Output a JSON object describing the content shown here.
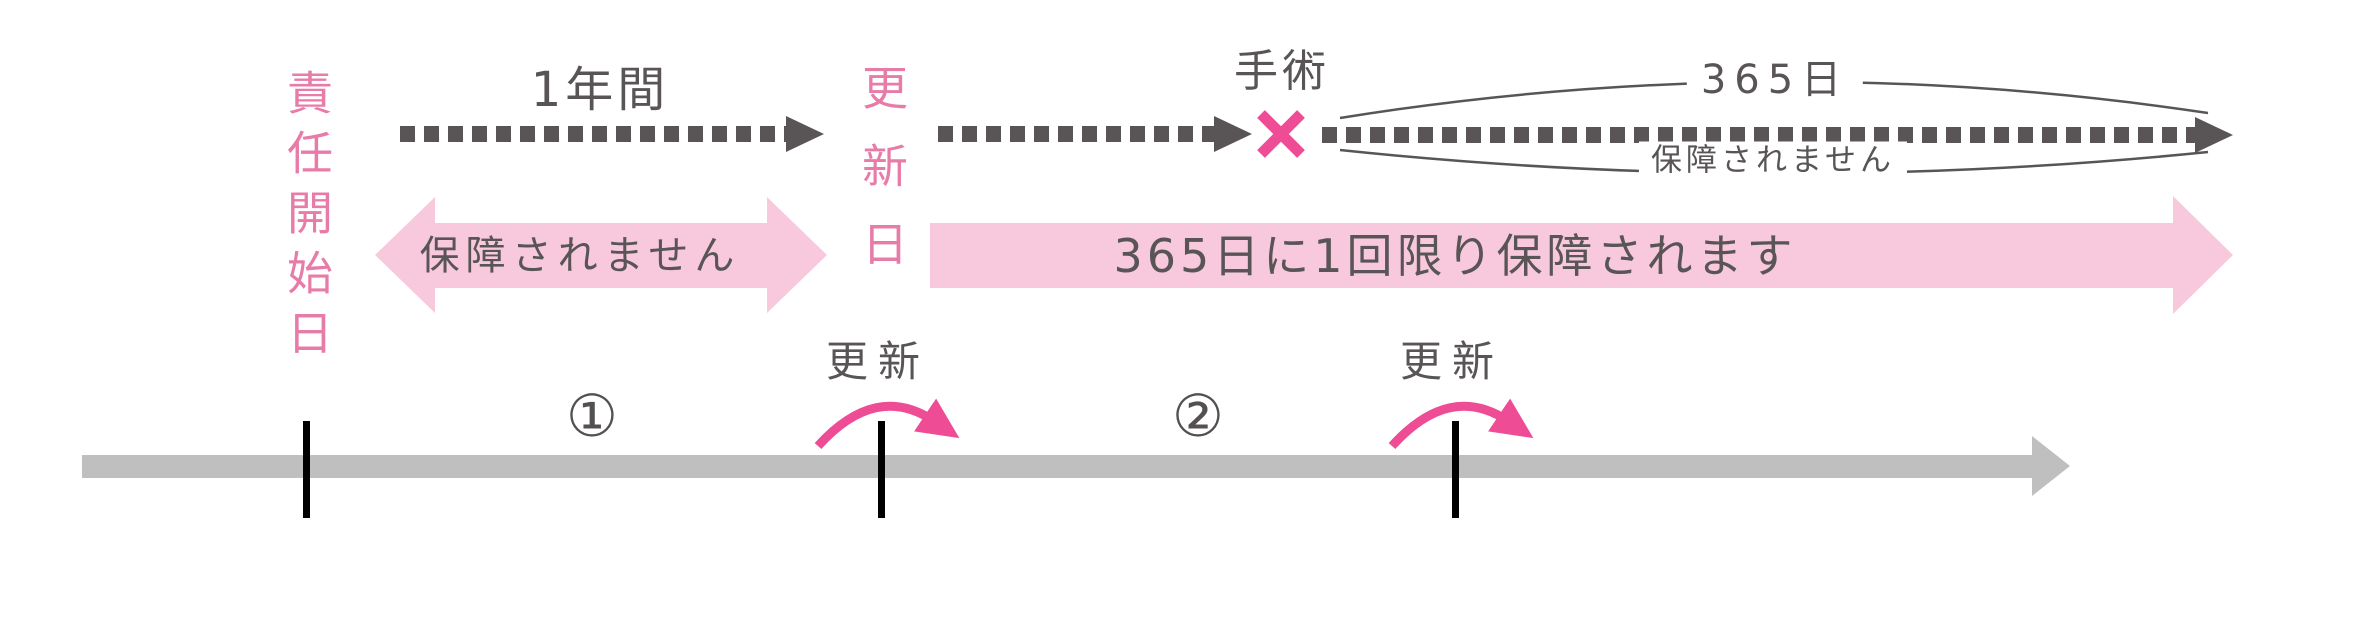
{
  "diagram": {
    "type": "insurance-coverage-timeline",
    "labels": {
      "start_date": "責任開始日",
      "one_year": "1年間",
      "renewal_date": "更新日",
      "surgery": "手術",
      "lens_days": "365日",
      "lens_not_covered": "保障されません",
      "band_not_covered": "保障されません",
      "band_covered": "365日に1回限り保障されます",
      "renewal_a": "更新",
      "renewal_b": "更新",
      "period_1": "①",
      "period_2": "②"
    },
    "icons": {
      "x_mark": "surgery-not-covered-x",
      "dashed_arrows": "elapsed-time-dashed-arrow",
      "renewal_arc": "renewal-loop-arrow",
      "timeline": "timeline-axis-arrow"
    },
    "colors": {
      "accent_pink": "#ee4d96",
      "label_pink": "#e87ca9",
      "band_pink": "#f8c9dd",
      "dark_gray": "#595556",
      "timeline_gray": "#bfbfbf",
      "tick_black": "#000000"
    }
  }
}
